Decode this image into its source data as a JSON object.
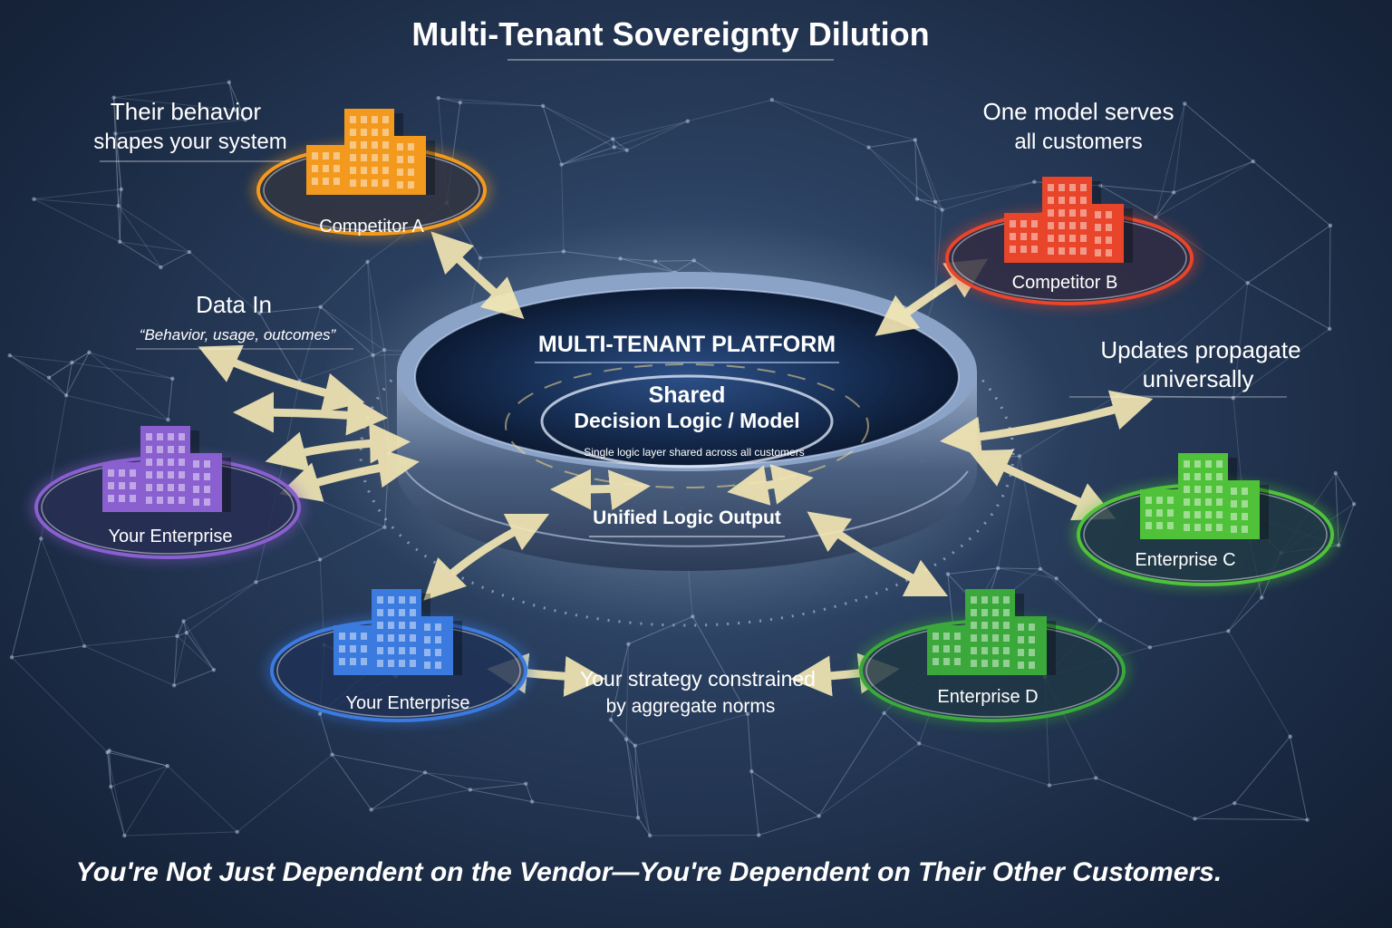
{
  "title": "Multi-Tenant Sovereignty Dilution",
  "tagline": "You're Not Just Dependent on the Vendor—You're Dependent on Their Other Customers.",
  "platform": {
    "header": "MULTI-TENANT PLATFORM",
    "core_line1": "Shared",
    "core_line2": "Decision Logic / Model",
    "core_note": "Single logic layer shared across all customers",
    "output": "Unified Logic Output"
  },
  "callouts": {
    "behavior_line1": "Their behavior",
    "behavior_line2": "shapes your system",
    "model_line1": "One model serves",
    "model_line2": "all customers",
    "data_in": "Data In",
    "data_in_sub": "“Behavior, usage, outcomes”",
    "updates_line1": "Updates propagate",
    "updates_line2": "universally",
    "strategy_line1": "Your strategy constrained",
    "strategy_line2": "by aggregate norms"
  },
  "tenants": {
    "competitor_a": "Competitor A",
    "competitor_b": "Competitor B",
    "your_enterprise_left": "Your Enterprise",
    "your_enterprise_bottom": "Your Enterprise",
    "enterprise_c": "Enterprise C",
    "enterprise_d": "Enterprise D"
  },
  "colors": {
    "competitor_a": "#f39a1e",
    "competitor_b": "#e8452a",
    "your_enterprise_left": "#8a5fd0",
    "your_enterprise_bottom": "#3b7be0",
    "enterprise_c": "#4fc23a",
    "enterprise_d": "#3aa83a",
    "arrow": "#f3e2a0"
  }
}
